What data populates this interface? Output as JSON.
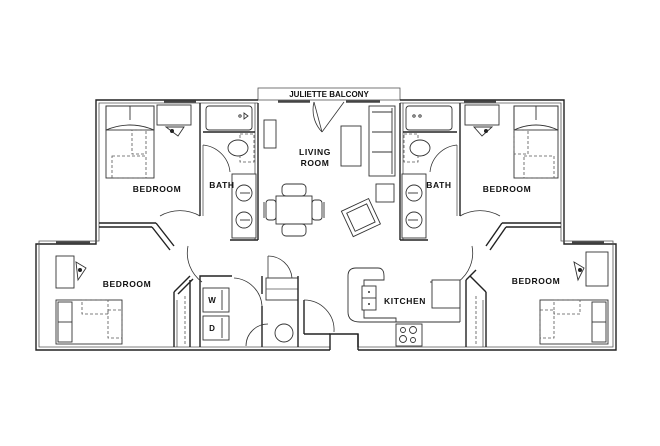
{
  "floor_plan": {
    "title": "Four Bedroom Floor Plan",
    "background_color": "#ffffff",
    "line_color": "#222222",
    "rooms": {
      "balcony": "JULIETTE BALCONY",
      "living_line1": "LIVING",
      "living_line2": "ROOM",
      "bedroom_top_left": "BEDROOM",
      "bath_left": "BATH",
      "bath_right": "BATH",
      "bedroom_top_right": "BEDROOM",
      "bedroom_bottom_left": "BEDROOM",
      "bedroom_bottom_right": "BEDROOM",
      "kitchen": "KITCHEN"
    },
    "appliances": {
      "washer": "W",
      "dryer": "D"
    }
  }
}
